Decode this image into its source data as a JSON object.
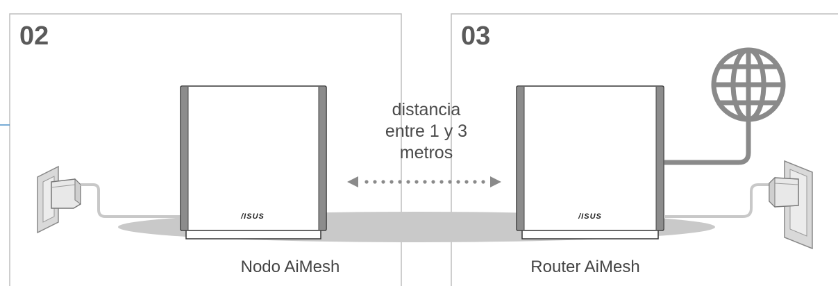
{
  "panel_left": {
    "step": "02",
    "caption": "Nodo AiMesh"
  },
  "panel_right": {
    "step": "03",
    "caption": "Router AiMesh"
  },
  "distance": {
    "line1": "distancia",
    "line2": "entre 1 y 3",
    "line3": "metros"
  },
  "router_brand": "/ISUS",
  "icons": [
    "power-outlet-icon",
    "power-adapter-icon",
    "globe-icon",
    "router-icon",
    "double-arrow-icon"
  ],
  "colors": {
    "panel_border": "#bdbdbd",
    "accent_line": "#4a90c8",
    "shadow": "#c9c9c9",
    "cable": "#c8c8c8",
    "internet_cable": "#8a8a8a",
    "globe": "#8a8a8a",
    "text": "#444444"
  }
}
